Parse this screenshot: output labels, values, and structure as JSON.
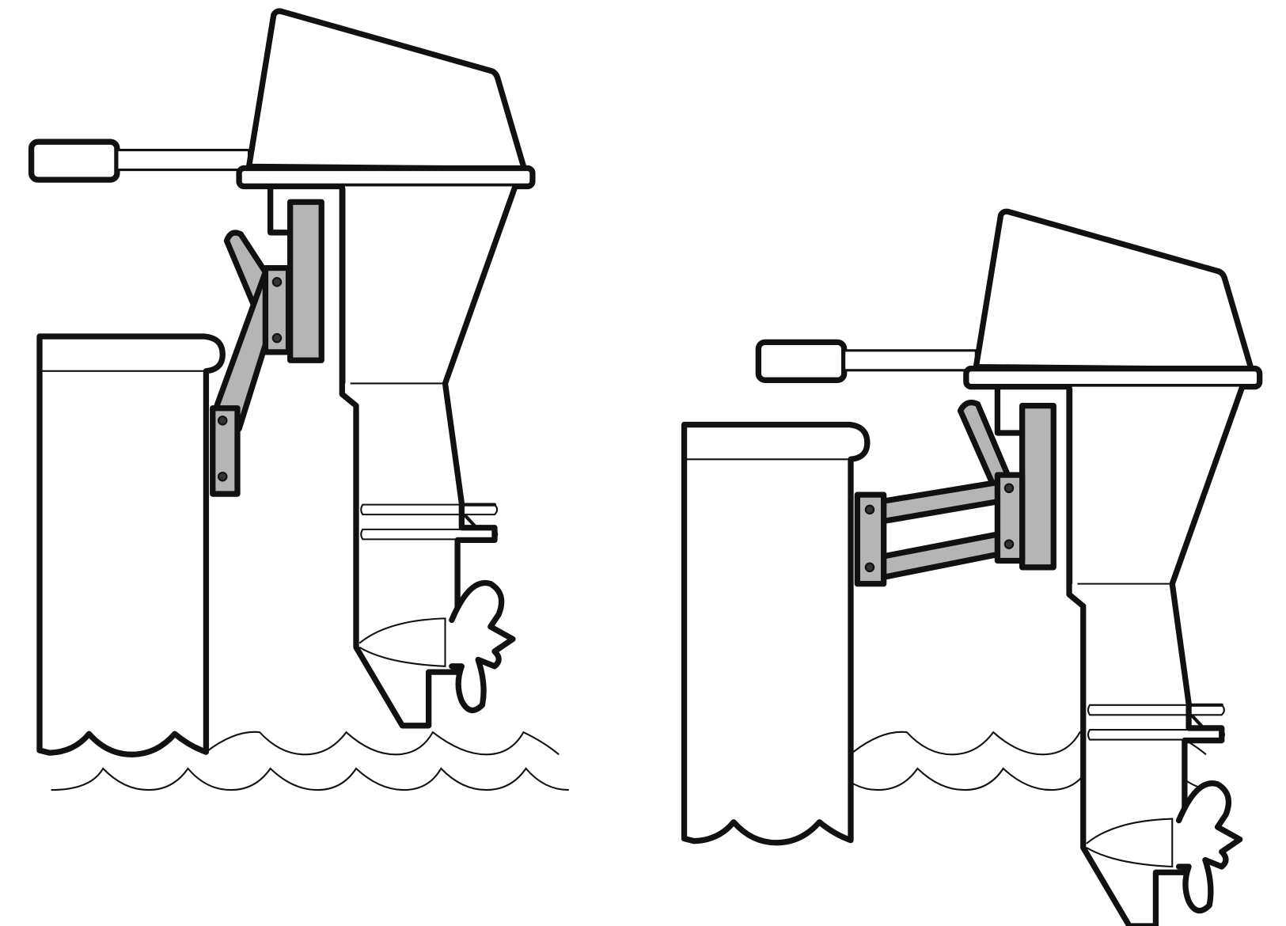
{
  "diagram": {
    "panels": [
      {
        "id": "left",
        "state": "raised"
      },
      {
        "id": "right",
        "state": "lowered"
      }
    ],
    "colors": {
      "line": "#111111",
      "bracket": "#b5b5b5",
      "background": "#ffffff"
    }
  }
}
